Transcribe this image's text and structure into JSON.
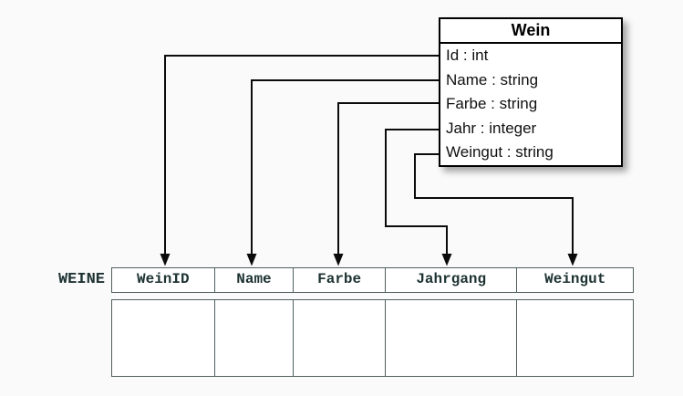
{
  "diagram": {
    "class_box": {
      "title": "Wein",
      "attributes": [
        "Id : int",
        "Name : string",
        "Farbe : string",
        "Jahr : integer",
        "Weingut : string"
      ]
    },
    "table": {
      "label": "WEINE",
      "columns": [
        "WeinID",
        "Name",
        "Farbe",
        "Jahrgang",
        "Weingut"
      ],
      "body_rows": 1
    },
    "mappings": [
      {
        "from": "Id",
        "to": "WeinID"
      },
      {
        "from": "Name",
        "to": "Name"
      },
      {
        "from": "Farbe",
        "to": "Farbe"
      },
      {
        "from": "Jahr",
        "to": "Jahrgang"
      },
      {
        "from": "Weingut",
        "to": "Weingut"
      }
    ],
    "colors": {
      "background": "#fafafa",
      "box_fill": "#ffffff",
      "box_border": "#000000",
      "connector": "#0b0b0b",
      "table_border": "#4f5f5f",
      "table_text": "#1e3232"
    }
  }
}
